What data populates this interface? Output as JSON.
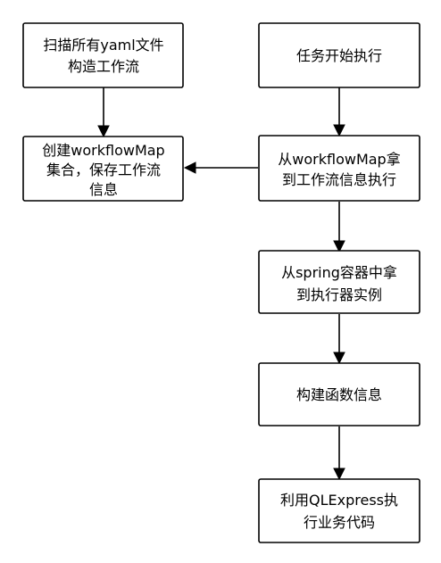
{
  "nodes": {
    "scan_yaml": {
      "lines": [
        "扫描所有yaml文件",
        "构造工作流"
      ]
    },
    "create_map": {
      "lines": [
        "创建workflowMap",
        "集合，保存工作流",
        "信息"
      ]
    },
    "task_start": {
      "lines": [
        "任务开始执行"
      ]
    },
    "get_workflow": {
      "lines": [
        "从workflowMap拿",
        "到工作流信息执行"
      ]
    },
    "get_executor": {
      "lines": [
        "从spring容器中拿",
        "到执行器实例"
      ]
    },
    "build_func": {
      "lines": [
        "构建函数信息"
      ]
    },
    "qlexpress": {
      "lines": [
        "利用QLExpress执",
        "行业务代码"
      ]
    }
  },
  "colors": {
    "stroke": "#000000",
    "fill": "#ffffff",
    "text": "#000000"
  }
}
